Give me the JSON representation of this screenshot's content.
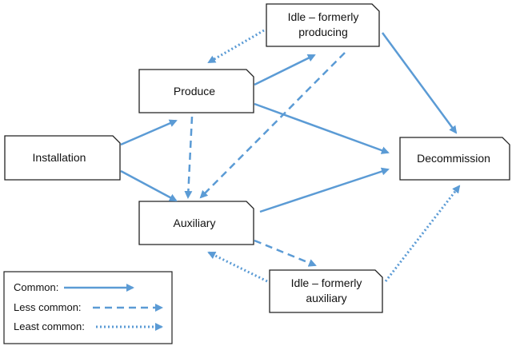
{
  "nodes": {
    "idle_formerly_producing": {
      "line1": "Idle – formerly",
      "line2": "producing"
    },
    "produce": {
      "label": "Produce"
    },
    "installation": {
      "label": "Installation"
    },
    "auxiliary": {
      "label": "Auxiliary"
    },
    "decommission": {
      "label": "Decommission"
    },
    "idle_formerly_auxiliary": {
      "line1": "Idle – formerly",
      "line2": "auxiliary"
    }
  },
  "legend": {
    "common": "Common:",
    "less_common": "Less common:",
    "least_common": "Least common:"
  },
  "colors": {
    "arrow": "#5b9bd5",
    "box_border": "#222222"
  }
}
